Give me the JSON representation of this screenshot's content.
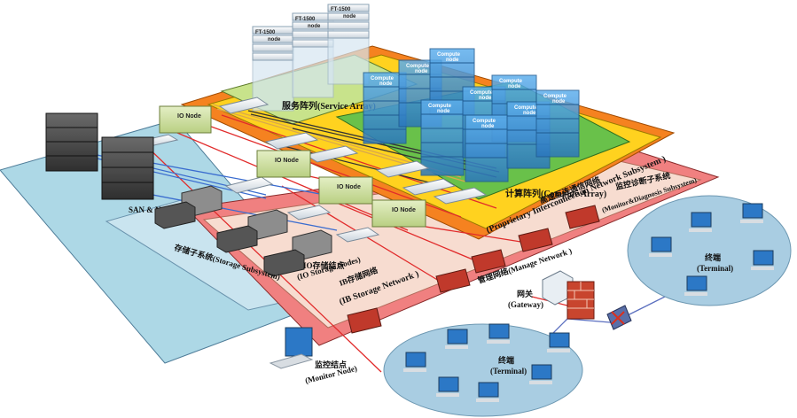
{
  "labels": {
    "service_array": "服务阵列(Service Array)",
    "compute_array": "计算阵列(Compute Array)",
    "interconnect_network": "高速互连通信网络",
    "interconnect_network_en": "(Proprietary Interconnection Network Subsystem )",
    "monitor_subsystem": "监控诊断子系统",
    "monitor_subsystem_en": "(Monitor&Diagnosis Subsystem)",
    "manage_network": "管理网络(Manage  Network )",
    "storage_subsystem": "存储子系统(Storage Subsystem)",
    "io_storage_nodes": "IO存储结点",
    "io_storage_nodes_en": "(IO  Storage  Nodes)",
    "ib_network": "IB存储网络",
    "ib_network_en": "(IB   Storage Network )",
    "san_nas": "SAN & NAS",
    "gateway": "网关",
    "gateway_en": "(Gateway)",
    "terminal": "终端",
    "terminal_en": "(Terminal)",
    "monitor_node": "监控结点",
    "monitor_node_en": "(Monitor  Node)",
    "io_node": "IO Node",
    "compute_node": "Compute",
    "compute_node_sub": "node",
    "ft_node": "FT-1500",
    "ft_node_sub": "node"
  },
  "colors": {
    "storage_plane": "#add8e6",
    "storage_inner": "#c9e4ef",
    "monitor_plane": "#f08080",
    "manage_plane": "#f7dcd0",
    "orange_plane": "#f58220",
    "yellow_plane": "#ffd21f",
    "green_plane": "#69c14a",
    "service_plane": "#c8e38b",
    "terminal_ellipse": "#a9cde2",
    "compute_server": "#3c8fd1",
    "red_device": "#c0392b"
  }
}
